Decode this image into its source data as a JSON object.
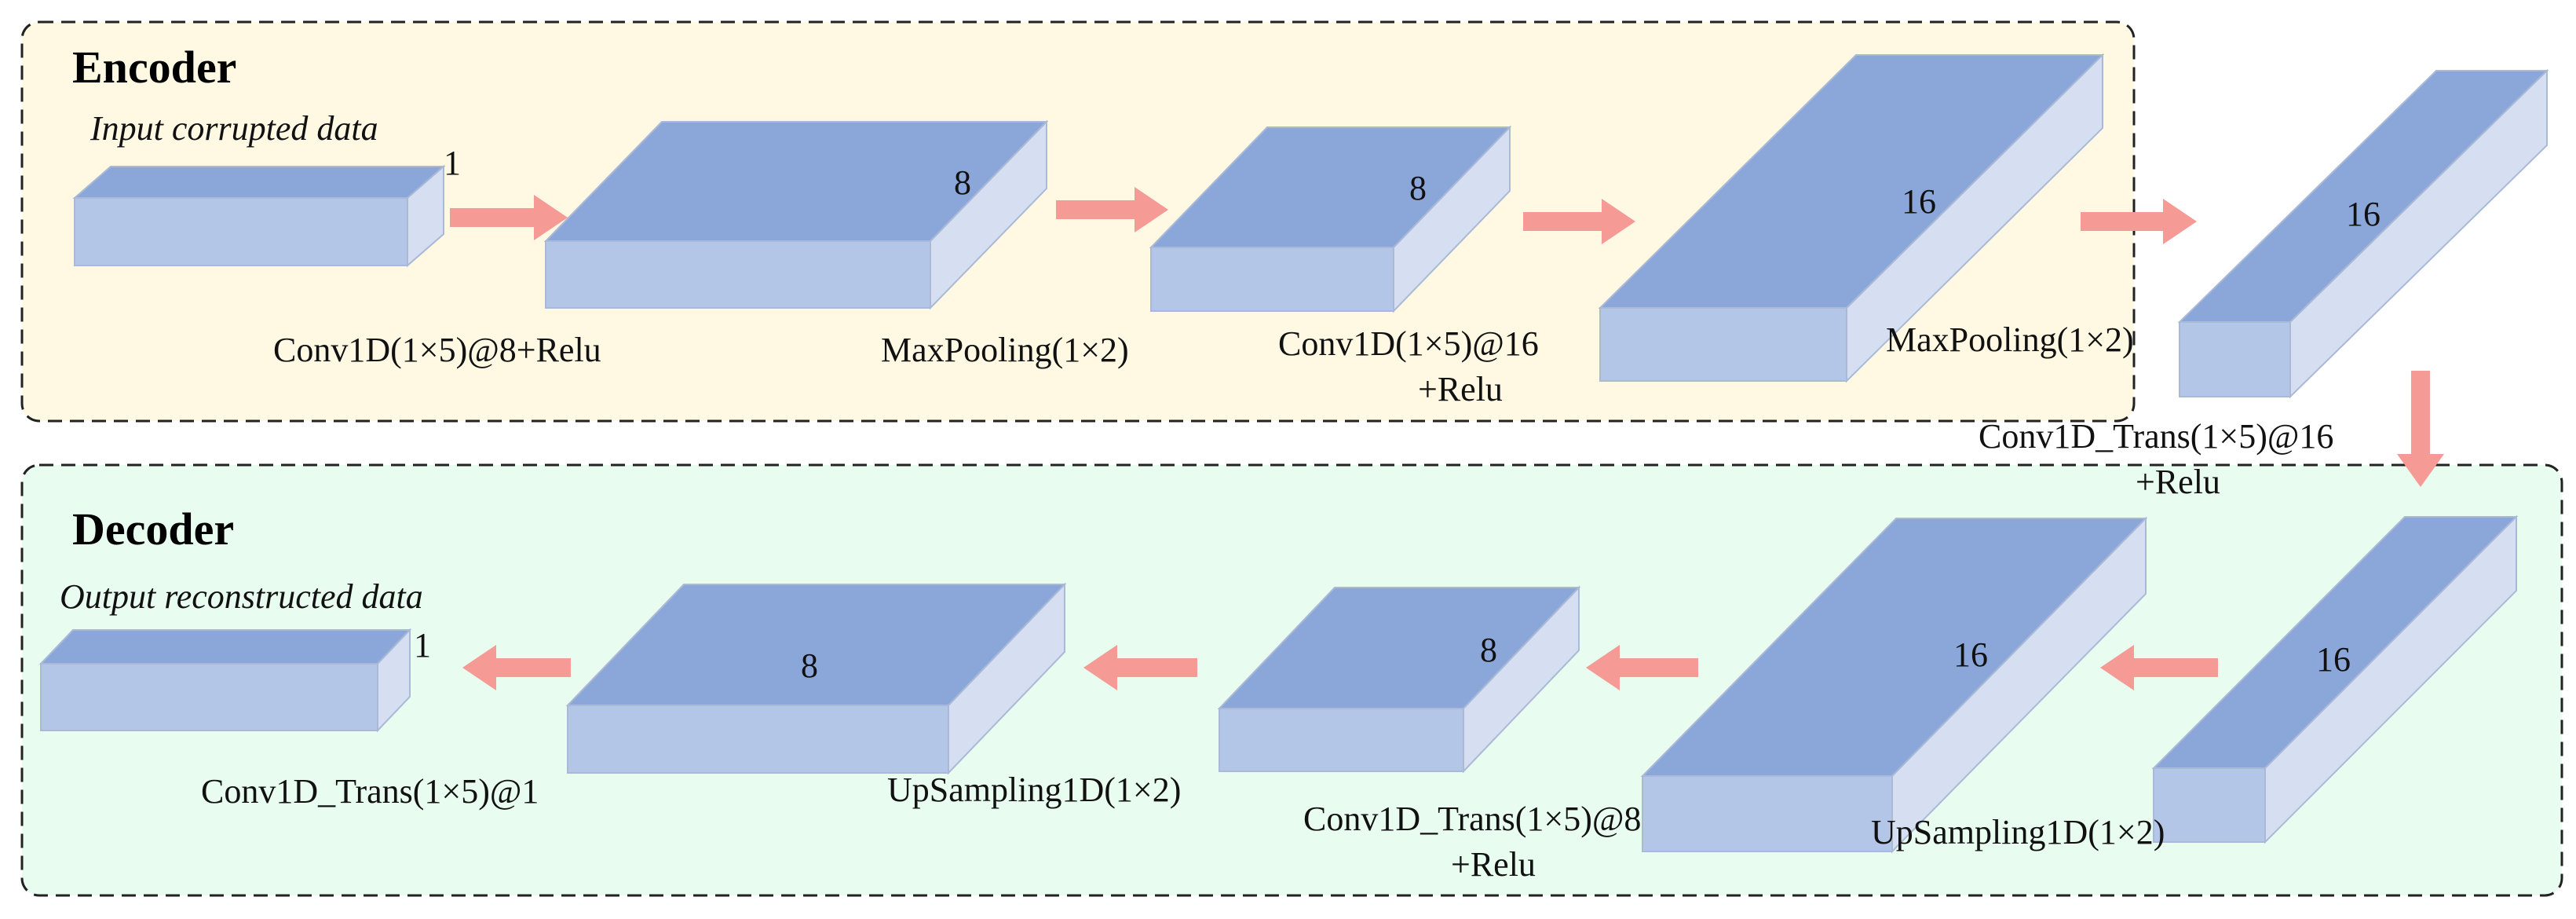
{
  "encoder": {
    "title": "Encoder",
    "input_label": "Input corrupted data",
    "input_channels": "1",
    "blocks": [
      "8",
      "8",
      "16",
      "16"
    ],
    "layers": {
      "conv1": "Conv1D(1×5)@8+Relu",
      "pool1": "MaxPooling(1×2)",
      "conv2_line1": "Conv1D(1×5)@16",
      "conv2_line2": "+Relu",
      "pool2": "MaxPooling(1×2)"
    }
  },
  "bridge": {
    "line1": "Conv1D_Trans(1×5)@16",
    "line2": "+Relu"
  },
  "decoder": {
    "title": "Decoder",
    "output_label": "Output reconstructed data",
    "output_channels": "1",
    "blocks": [
      "16",
      "16",
      "8",
      "8"
    ],
    "layers": {
      "up1": "UpSampling1D(1×2)",
      "convt1_line1": "Conv1D_Trans(1×5)@8",
      "convt1_line2": "+Relu",
      "up2": "UpSampling1D(1×2)",
      "convt2": "Conv1D_Trans(1×5)@1"
    }
  },
  "colors": {
    "encoder_bg": "#FFF8E3",
    "decoder_bg": "#E8FCEF",
    "block_top": "#8BA7DA",
    "block_front": "#B4C6E7",
    "block_side": "#D6DFF2",
    "arrow": "#F59A95"
  }
}
